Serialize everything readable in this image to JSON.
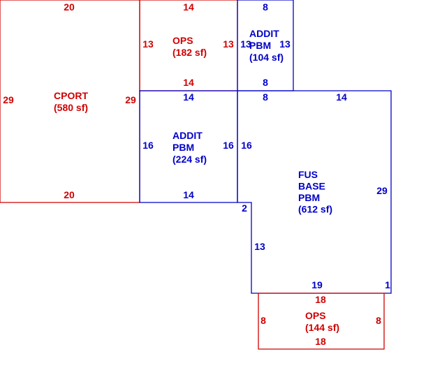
{
  "colors": {
    "red": "#d00000",
    "blue": "#0000c8"
  },
  "areas": [
    {
      "key": "cport",
      "color": "red",
      "label": [
        "CPORT",
        "(580 sf)"
      ],
      "dims": [
        "20",
        "29",
        "20",
        "29"
      ]
    },
    {
      "key": "ops_top",
      "color": "red",
      "label": [
        "OPS",
        "(182 sf)"
      ],
      "dims": [
        "14",
        "13",
        "14",
        "13"
      ]
    },
    {
      "key": "addit_small",
      "color": "blue",
      "label": [
        "ADDIT",
        "PBM",
        "(104 sf)"
      ],
      "dims": [
        "8",
        "13",
        "8",
        "13"
      ]
    },
    {
      "key": "addit_large",
      "color": "blue",
      "label": [
        "ADDIT",
        "PBM",
        "(224 sf)"
      ],
      "dims": [
        "14",
        "16",
        "14",
        "16"
      ]
    },
    {
      "key": "fus_base",
      "color": "blue",
      "label": [
        "FUS",
        "BASE",
        "PBM",
        "(612 sf)"
      ],
      "dims": [
        "8",
        "14",
        "29",
        "1",
        "19",
        "13",
        "2",
        "16"
      ]
    },
    {
      "key": "ops_bottom",
      "color": "red",
      "label": [
        "OPS",
        "(144 sf)"
      ],
      "dims": [
        "18",
        "8",
        "18",
        "8"
      ]
    }
  ]
}
